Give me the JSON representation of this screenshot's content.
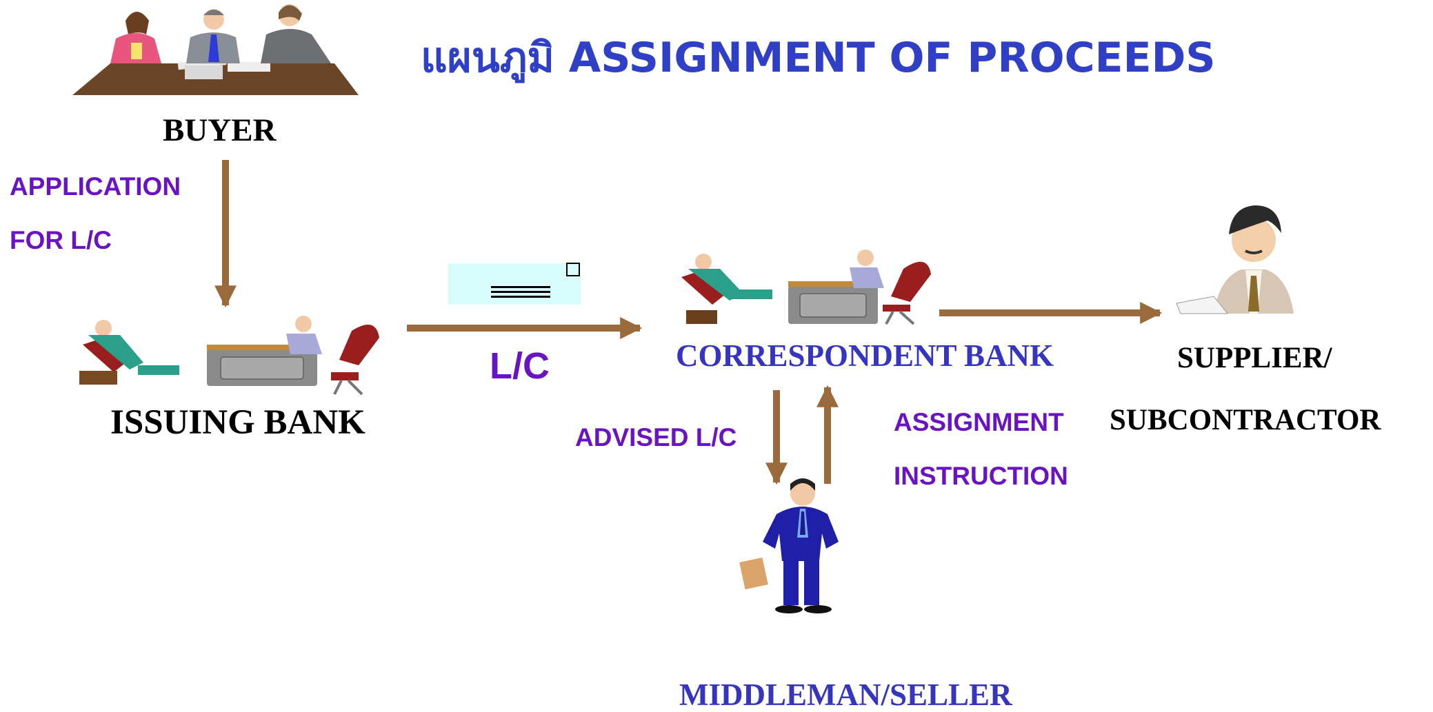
{
  "title": "แผนภูมิ ASSIGNMENT OF PROCEEDS",
  "nodes": {
    "buyer": "BUYER",
    "issuing_bank": "ISSUING BANK",
    "correspondent_bank": "CORRESPONDENT BANK",
    "supplier_line1": "SUPPLIER/",
    "supplier_line2": "SUBCONTRACTOR",
    "middleman": "MIDDLEMAN/SELLER"
  },
  "edges": {
    "application_line1": "APPLICATION",
    "application_line2": "FOR L/C",
    "lc": "L/C",
    "advised_lc": "ADVISED L/C",
    "assignment_line1": "ASSIGNMENT",
    "assignment_line2": "INSTRUCTION"
  },
  "colors": {
    "arrow": "#9a6a3b",
    "title": "#2f3fc6",
    "node_blue": "#3535c0",
    "edge_label": "#6a13c2",
    "document": "#d8fbfc"
  }
}
